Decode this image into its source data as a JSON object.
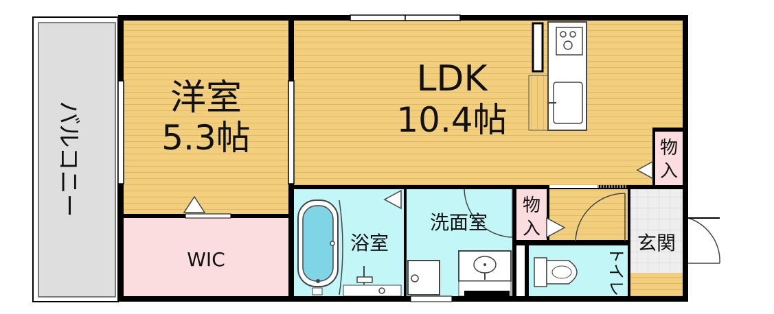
{
  "rooms": {
    "balcony": {
      "label": "バルコニー"
    },
    "western_room": {
      "name": "洋室",
      "size": "5.3帖"
    },
    "ldk": {
      "name": "LDK",
      "size": "10.4帖"
    },
    "wic": {
      "label": "WIC"
    },
    "bathroom": {
      "label": "浴室"
    },
    "washroom": {
      "label": "洗面室"
    },
    "storage_ldk": {
      "label": "物入"
    },
    "storage_hall": {
      "label": "物入"
    },
    "toilet": {
      "label": "トイレ"
    },
    "entrance": {
      "label": "玄関"
    }
  },
  "colors": {
    "wood": "#f1cf7f",
    "wood_line": "#e3b862",
    "balcony": "#dedede",
    "wic": "#fbdcdf",
    "water": "#c3f7f7",
    "tile": "#eeeeee",
    "wall": "#000000"
  }
}
